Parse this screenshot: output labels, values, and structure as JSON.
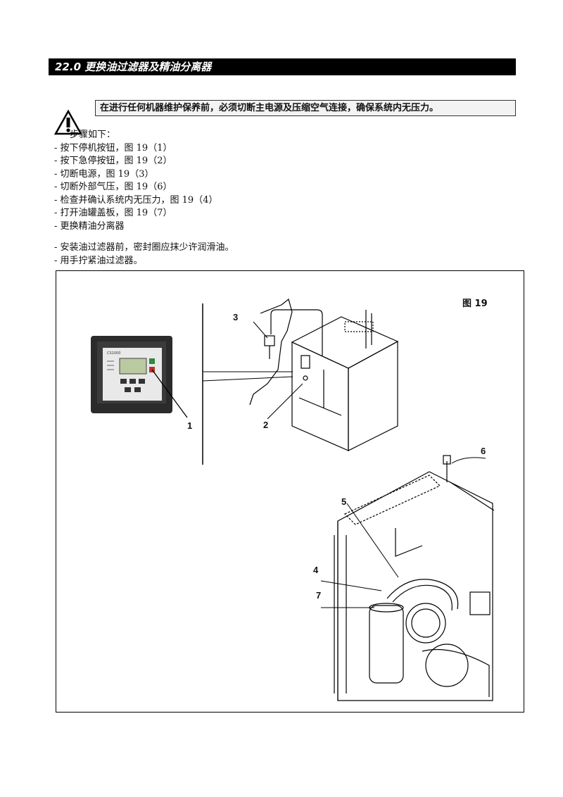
{
  "section": {
    "title": "22.0 更换油过滤器及精油分离器"
  },
  "warning": {
    "text": "在进行任何机器维护保养前，必须切断主电源及压缩空气连接，确保系统内无压力。",
    "icon": "warning-triangle-icon"
  },
  "steps": {
    "intro": "步骤如下：",
    "items": [
      "- 按下停机按钮，图 19（1）",
      "- 按下急停按钮，图 19（2）",
      "- 切断电源，图 19（3）",
      "- 切断外部气压，图 19（6）",
      "- 检查并确认系统内无压力，图 19（4）",
      "- 打开油罐盖板，图 19（7）",
      "- 更换精油分离器"
    ]
  },
  "notes": [
    "- 安装油过滤器前，密封圈应抹少许润滑油。",
    "- 用手拧紧油过滤器。"
  ],
  "figure": {
    "label": "图 19",
    "callouts": [
      "1",
      "2",
      "3",
      "4",
      "5",
      "6",
      "7"
    ],
    "panel_brand": "CS1000"
  }
}
